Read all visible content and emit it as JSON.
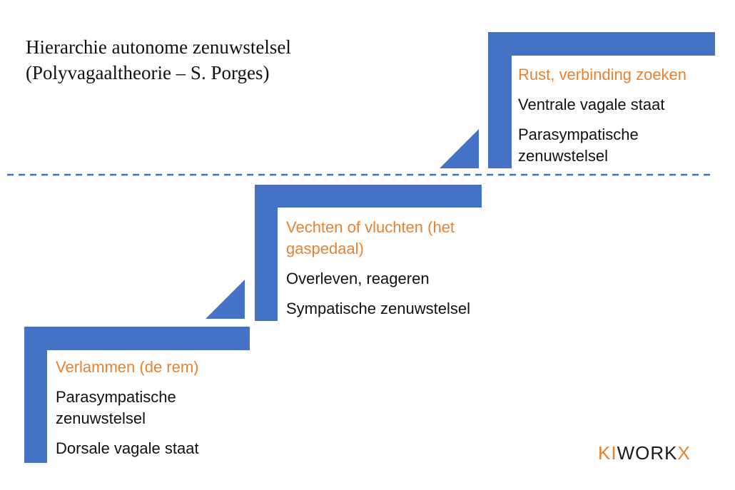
{
  "title": {
    "line1": "Hierarchie autonome zenuwstelsel",
    "line2": "(Polyvagaaltheorie – S. Porges)"
  },
  "colors": {
    "step_blue": "#4472c4",
    "divider_blue": "#4472c4",
    "heading_orange": "#e8822f",
    "text": "#111111"
  },
  "steps": {
    "top": {
      "heading": "Rust, verbinding zoeken",
      "line1": "Ventrale vagale staat",
      "line2": "Parasympatische zenuwstelsel"
    },
    "middle": {
      "heading": "Vechten of vluchten (het gaspedaal)",
      "line1": "Overleven, reageren",
      "line2": "Sympatische zenuwstelsel"
    },
    "bottom": {
      "heading": "Verlammen (de rem)",
      "line1": "Parasympatische zenuwstelsel",
      "line2": "Dorsale vagale staat"
    }
  },
  "logo": {
    "part_a": "KI",
    "part_b": "WORK",
    "part_c": "X"
  }
}
